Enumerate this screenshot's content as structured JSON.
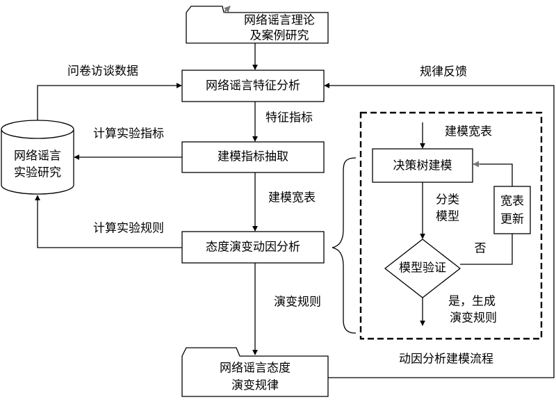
{
  "nodes": {
    "theory_line1": "网络谣言理论",
    "theory_line2": "及案例研究",
    "feature_analysis": "网络谣言特征分析",
    "index_extraction": "建模指标抽取",
    "attitude_analysis": "态度演变动因分析",
    "experiment_line1": "网络谣言",
    "experiment_line2": "实验研究",
    "result_line1": "网络谣言态度",
    "result_line2": "演变规律",
    "decision_tree": "决策树建模",
    "model_validation": "模型验证",
    "wide_table_line1": "宽表",
    "wide_table_line2": "更新"
  },
  "edge_labels": {
    "questionnaire": "问卷访谈数据",
    "feature_index": "特征指标",
    "calc_index": "计算实验指标",
    "wide_table": "建模宽表",
    "calc_rules": "计算实验规则",
    "evolution_rules": "演变规则",
    "rule_feedback": "规律反馈",
    "inner_wide_table": "建模宽表",
    "classification_line1": "分类",
    "classification_line2": "模型",
    "no": "否",
    "yes_line1": "是，生成",
    "yes_line2": "演变规则"
  },
  "subprocess": {
    "title": "动因分析建模流程"
  }
}
